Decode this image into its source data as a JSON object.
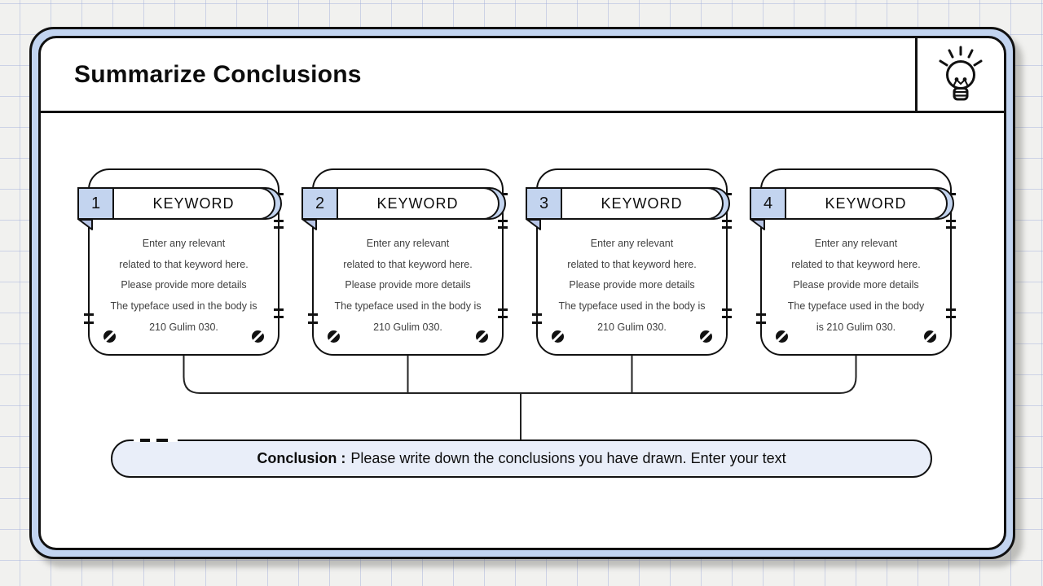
{
  "header": {
    "title": "Summarize Conclusions",
    "icon": "lightbulb-icon"
  },
  "cards": [
    {
      "number": "1",
      "keyword": "KEYWORD",
      "lines": [
        "Enter any relevant",
        "related to that keyword here.",
        "Please provide more details",
        "The typeface used in the body is",
        "210 Gulim 030."
      ]
    },
    {
      "number": "2",
      "keyword": "KEYWORD",
      "lines": [
        "Enter any relevant",
        "related to that keyword here.",
        "Please provide more details",
        "The typeface used in the body is",
        "210 Gulim 030."
      ]
    },
    {
      "number": "3",
      "keyword": "KEYWORD",
      "lines": [
        "Enter any relevant",
        "related to that keyword here.",
        "Please provide more details",
        "The typeface used in the body is",
        "210 Gulim 030."
      ]
    },
    {
      "number": "4",
      "keyword": "KEYWORD",
      "lines": [
        "Enter any relevant",
        "related to that keyword here.",
        "Please provide more details",
        "The typeface used in the body",
        "is 210 Gulim 030."
      ]
    }
  ],
  "conclusion": {
    "label": "Conclusion :",
    "text": "Please write down the conclusions you have drawn. Enter your text"
  },
  "colors": {
    "frame_blue": "#c2d4f0",
    "badge_blue": "#c3d4ef",
    "fold_blue": "#b7c5e6",
    "conclusion_bg": "#e9eef9",
    "ink": "#111111",
    "body_text": "#3f3f3f",
    "page_bg": "#f1f1ef",
    "grid_line": "#d2d8ee"
  }
}
